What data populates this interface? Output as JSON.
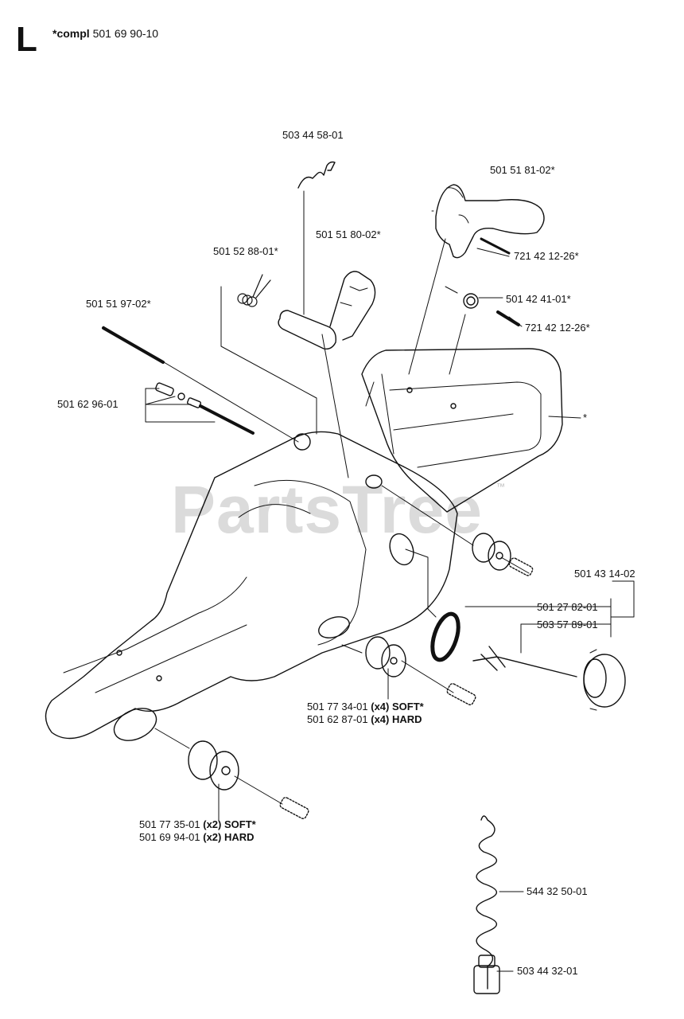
{
  "header": {
    "section": "L",
    "compl_label": "*compl",
    "compl_number": "501 69 90-10"
  },
  "watermark": "PartsTree",
  "watermark_tm": "™",
  "labels": {
    "p503445801": "503 44 58-01",
    "p501518102": "501 51 81-02*",
    "p501518002": "501 51 80-02*",
    "p501528801": "501 52 88-01*",
    "p721421226a": "721 42 12-26*",
    "p501424101": "501 42 41-01*",
    "p721421226b": "721 42 12-26*",
    "p501519702": "501 51 97-02*",
    "p501629601": "501 62 96-01",
    "star": "*",
    "p501431402": "501 43 14-02",
    "p501278201": "501 27 82-01",
    "p503578901": "503 57 89-01",
    "p501773401": "501 77 34-01",
    "p501773401_qty": "(x4) SOFT*",
    "p501628701": "501 62 87-01",
    "p501628701_qty": "(x4) HARD",
    "p501773501": "501 77 35-01",
    "p501773501_qty": "(x2) SOFT*",
    "p501699401": "501 69 94-01",
    "p501699401_qty": "(x2) HARD",
    "p544325001": "544 32 50-01",
    "p503443201": "503 44 32-01"
  }
}
